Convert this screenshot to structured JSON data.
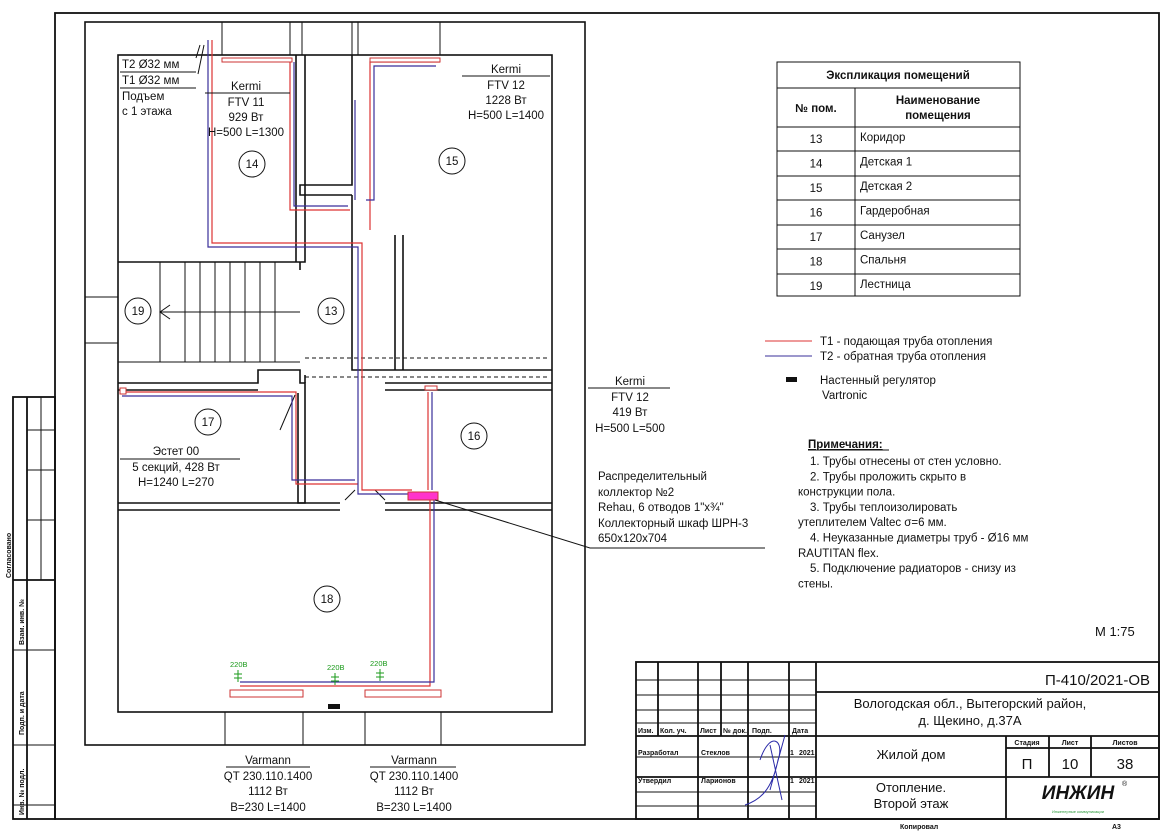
{
  "drawing": {
    "risers": [
      "T2 Ø32 мм",
      "T1 Ø32 мм",
      "Подъем",
      "с 1 этажа"
    ],
    "rooms": [
      "14",
      "15",
      "19",
      "13",
      "17",
      "16",
      "18"
    ],
    "radiators": {
      "r14": [
        "Kermi",
        "FTV 11",
        "929 Вт",
        "H=500 L=1300"
      ],
      "r15": [
        "Kermi",
        "FTV 12",
        "1228 Вт",
        "H=500 L=1400"
      ],
      "r16": [
        "Kermi",
        "FTV 12",
        "419 Вт",
        "H=500 L=500"
      ],
      "r17": [
        "Эстет 00",
        "5 секций, 428 Вт",
        "H=1240 L=270"
      ],
      "r18a": [
        "Varmann",
        "QT 230.110.1400",
        "1112 Вт",
        "B=230 L=1400"
      ],
      "r18b": [
        "Varmann",
        "QT 230.110.1400",
        "1112 Вт",
        "B=230 L=1400"
      ]
    },
    "power_labels": [
      "220В",
      "220В",
      "220В"
    ],
    "collector": [
      "Распределительный",
      "коллектор №2",
      "Rehau, 6 отводов 1\"х¾\"",
      "Коллекторный шкаф ШРН-3",
      "650х120х704"
    ],
    "colors": {
      "supply": "#d33333",
      "return": "#3a2f9a",
      "power": "#1a9a1a"
    }
  },
  "explication": {
    "title": "Экспликация помещений",
    "col_num": "№ пом.",
    "col_name": [
      "Наименование",
      "помещения"
    ],
    "rows": [
      {
        "num": "13",
        "name": "Коридор"
      },
      {
        "num": "14",
        "name": "Детская 1"
      },
      {
        "num": "15",
        "name": "Детская 2"
      },
      {
        "num": "16",
        "name": "Гардеробная"
      },
      {
        "num": "17",
        "name": "Санузел"
      },
      {
        "num": "18",
        "name": "Спальня"
      },
      {
        "num": "19",
        "name": "Лестница"
      }
    ]
  },
  "legend": {
    "t1": "Т1 - подающая труба отопления",
    "t2": "Т2 - обратная труба отопления",
    "regulator": [
      "Настенный регулятор",
      "Vartronic"
    ]
  },
  "notes": {
    "title": "Примечания:",
    "lines": [
      "1.     Трубы отнесены от стен условно.",
      "2.     Трубы проложить скрыто в",
      "конструкции пола.",
      "3.     Трубы теплоизолировать",
      "утеплителем Valtec σ=6 мм.",
      "4.     Неуказанные диаметры труб - Ø16 мм",
      "RAUTITAN flex.",
      "5.     Подключение радиаторов - снизу из",
      "стены."
    ]
  },
  "scale": "М 1:75",
  "stamp_side": [
    "Согласовано",
    "Взам. инв. №",
    "Подп. и дата",
    "Инв. № подл."
  ],
  "title_block": {
    "code": "П-410/2021-ОВ",
    "address": [
      "Вологодская обл., Вытегорский район,",
      "д. Щекино, д.37А"
    ],
    "object": "Жилой дом",
    "sheet_title": [
      "Отопление.",
      "Второй этаж"
    ],
    "headers": [
      "Изм.",
      "Кол. уч.",
      "Лист",
      "№ док.",
      "Подп.",
      "Дата"
    ],
    "roles": [
      {
        "role": "Разработал",
        "name": "Стеклов",
        "day": "1",
        "year": "2021"
      },
      {
        "role": "Утвердил",
        "name": "Ларионов",
        "day": "1",
        "year": "2021"
      }
    ],
    "stage_label": "Стадия",
    "sheet_label": "Лист",
    "sheets_label": "Листов",
    "stage": "П",
    "sheet": "10",
    "sheets": "38",
    "logo": "ИНЖИН",
    "logo_sub": "Инженерные коммуникации",
    "copied": "Копировал",
    "format": "А3"
  }
}
